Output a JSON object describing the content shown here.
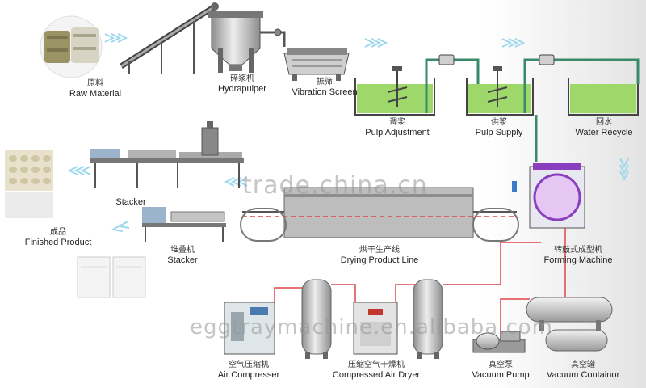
{
  "labels": {
    "raw_material": {
      "cn": "原料",
      "en": "Raw Material"
    },
    "hydrapulper": {
      "cn": "碎浆机",
      "en": "Hydrapulper"
    },
    "vibration": {
      "cn": "振筛",
      "en": "Vibration Screen"
    },
    "pulp_adjust": {
      "cn": "调浆",
      "en": "Pulp Adjustment"
    },
    "pulp_supply": {
      "cn": "供浆",
      "en": "Pulp Supply"
    },
    "water_recycle": {
      "cn": "回水",
      "en": "Water Recycle"
    },
    "finished": {
      "cn": "成品",
      "en": "Finished Product"
    },
    "stacker_top": {
      "cn": "",
      "en": "Stacker"
    },
    "stacker": {
      "cn": "堆叠机",
      "en": "Stacker"
    },
    "drying_line": {
      "cn": "烘干生产线",
      "en": "Drying Product Line"
    },
    "forming": {
      "cn": "转鼓式成型机",
      "en": "Forming Machine"
    },
    "air_compressor": {
      "cn": "空气压缩机",
      "en": "Air Compresser"
    },
    "air_dryer": {
      "cn": "压缩空气干燥机",
      "en": "Compressed Air Dryer"
    },
    "vacuum_pump": {
      "cn": "真空泵",
      "en": "Vacuum Pump"
    },
    "vacuum_tank": {
      "cn": "真空罐",
      "en": "Vacuum Containor"
    }
  },
  "watermarks": {
    "center": "trade.china.cn",
    "bottom": "eggtraymachine.en.alibaba.com"
  },
  "colors": {
    "pulp_water": "#9ed86a",
    "machine_gray": "#bdbdbd",
    "arrow_blue": "#9ed7ee",
    "pipe_green": "#3a8a6a",
    "pipe_red": "#e0454a",
    "forming_purple": "#8a3fbf"
  }
}
